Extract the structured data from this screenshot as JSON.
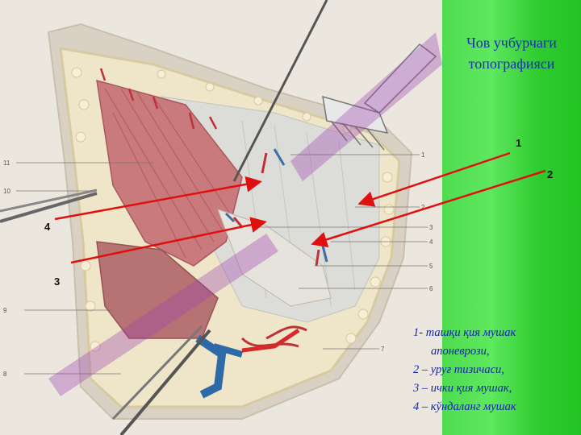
{
  "title": {
    "line1": "Чов учбурчаги",
    "line2": "топографияси"
  },
  "markers": {
    "m1": "1",
    "m2": "2",
    "m3": "3",
    "m4": "4"
  },
  "figure_numbers": [
    "11",
    "10",
    "9",
    "8",
    "1",
    "2",
    "3",
    "4",
    "5",
    "6",
    "7"
  ],
  "legend": [
    {
      "line": "1- ташқи қия мушак"
    },
    {
      "line": "апоневрози,"
    },
    {
      "line": "2 – уруғ тизичаси,"
    },
    {
      "line": "3 – ички қия мушак,"
    },
    {
      "line": "4 – кўндаланг мушак"
    }
  ],
  "colors": {
    "panel_green": "#3fd33f",
    "title_blue": "#1a2fb0",
    "pointer_red": "#e01010",
    "watermark_purple": "#9a3fb0"
  }
}
